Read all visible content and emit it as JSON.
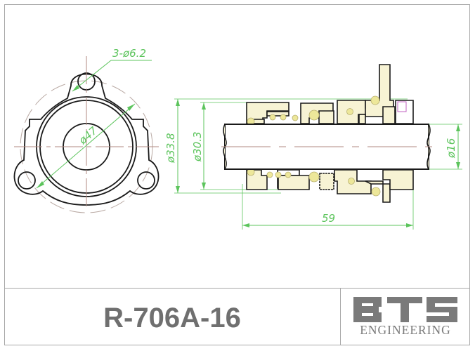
{
  "drawing": {
    "type": "mechanical seal technical drawing",
    "front_view": {
      "bolt_hole_callout": "3-ø6.2",
      "bolt_circle_dimension": "ø47"
    },
    "section_view": {
      "dimensions": {
        "outer_diameter": "ø33.8",
        "inner_diameter": "ø30.3",
        "shaft_diameter": "ø16",
        "length": "59"
      }
    },
    "colors": {
      "outline": "#1a1a1a",
      "dimension": "#5cc45c",
      "centerline": "#b08a80",
      "part_fill": "#f7f3d4",
      "spring_ball": "#ede79a",
      "screw": "#c060c0",
      "frame": "#a8a8a8",
      "title_text": "#6f6f6f"
    }
  },
  "title_block": {
    "part_number": "R-706A-16",
    "logo": {
      "mark": "BTS",
      "subtitle": "ENGINEERING"
    }
  }
}
